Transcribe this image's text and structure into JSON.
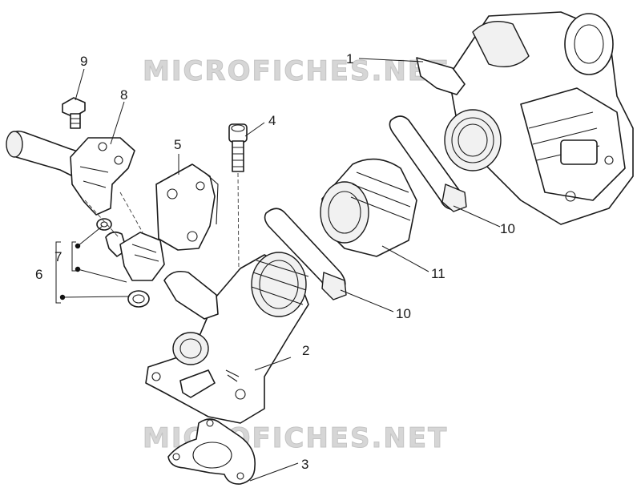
{
  "watermarks": {
    "top": "MICROFICHES.NET",
    "bottom": "MICROFICHES.NET"
  },
  "callouts": {
    "c1": "1",
    "c2": "2",
    "c3": "3",
    "c4": "4",
    "c5": "5",
    "c6": "6",
    "c7": "7",
    "c8": "8",
    "c9": "9",
    "c10a": "10",
    "c10b": "10",
    "c11": "11"
  }
}
